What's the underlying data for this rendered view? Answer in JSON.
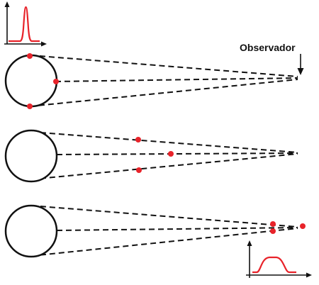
{
  "labels": {
    "observer": "Observador"
  },
  "colors": {
    "ink": "#111111",
    "dot": "#e8232a",
    "curve": "#e8232a"
  },
  "icons": {
    "observer_marker": "arrow-down-icon"
  },
  "panels": [
    {
      "name": "panel-top",
      "dot_count": 3,
      "description_key": "dots-on-source"
    },
    {
      "name": "panel-middle",
      "dot_count": 3,
      "description_key": "dots-midway"
    },
    {
      "name": "panel-bottom",
      "dot_count": 3,
      "description_key": "dots-near-observer"
    }
  ],
  "insets": [
    {
      "name": "narrow-peak-inset",
      "shape": "narrow-peak"
    },
    {
      "name": "broad-peak-inset",
      "shape": "broad-plateau"
    }
  ]
}
